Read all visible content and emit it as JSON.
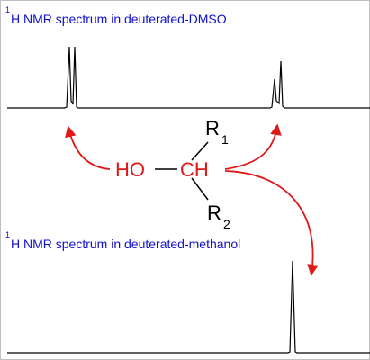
{
  "spectra": {
    "dmso": {
      "sup": "1",
      "title": "H NMR spectrum in deuterated-DMSO"
    },
    "methanol": {
      "sup": "1",
      "title": "H NMR spectrum in deuterated-methanol"
    }
  },
  "molecule": {
    "left_group": "HO",
    "bond": "—",
    "center": "CH",
    "r1": "R",
    "r1_sub": "1",
    "r2": "R",
    "r2_sub": "2"
  },
  "colors": {
    "arrow": "#e01818",
    "title": "#1010cc",
    "baseline": "#000000",
    "text": "#000000",
    "frame": "#c0c0c0"
  }
}
